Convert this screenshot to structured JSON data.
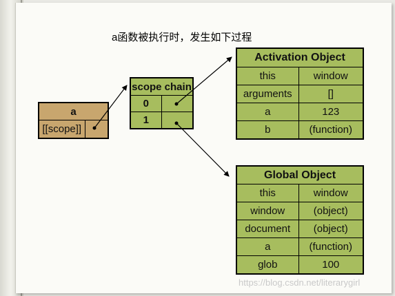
{
  "title": "a函数被执行时，发生如下过程",
  "function_box": {
    "name": "a",
    "scope_label": "[[scope]]"
  },
  "scope_chain": {
    "title": "scope chain",
    "rows": [
      {
        "index": "0"
      },
      {
        "index": "1"
      }
    ]
  },
  "activation_object": {
    "title": "Activation Object",
    "rows": [
      {
        "key": "this",
        "value": "window"
      },
      {
        "key": "arguments",
        "value": "[]"
      },
      {
        "key": "a",
        "value": "123"
      },
      {
        "key": "b",
        "value": "(function)"
      }
    ]
  },
  "global_object": {
    "title": "Global Object",
    "rows": [
      {
        "key": "this",
        "value": "window"
      },
      {
        "key": "window",
        "value": "(object)"
      },
      {
        "key": "document",
        "value": "(object)"
      },
      {
        "key": "a",
        "value": "(function)"
      },
      {
        "key": "glob",
        "value": "100"
      }
    ]
  },
  "watermark": "https://blog.csdn.net/literarygirl",
  "colors": {
    "object_fill": "#a7bd5e",
    "function_fill": "#c8a66e"
  }
}
